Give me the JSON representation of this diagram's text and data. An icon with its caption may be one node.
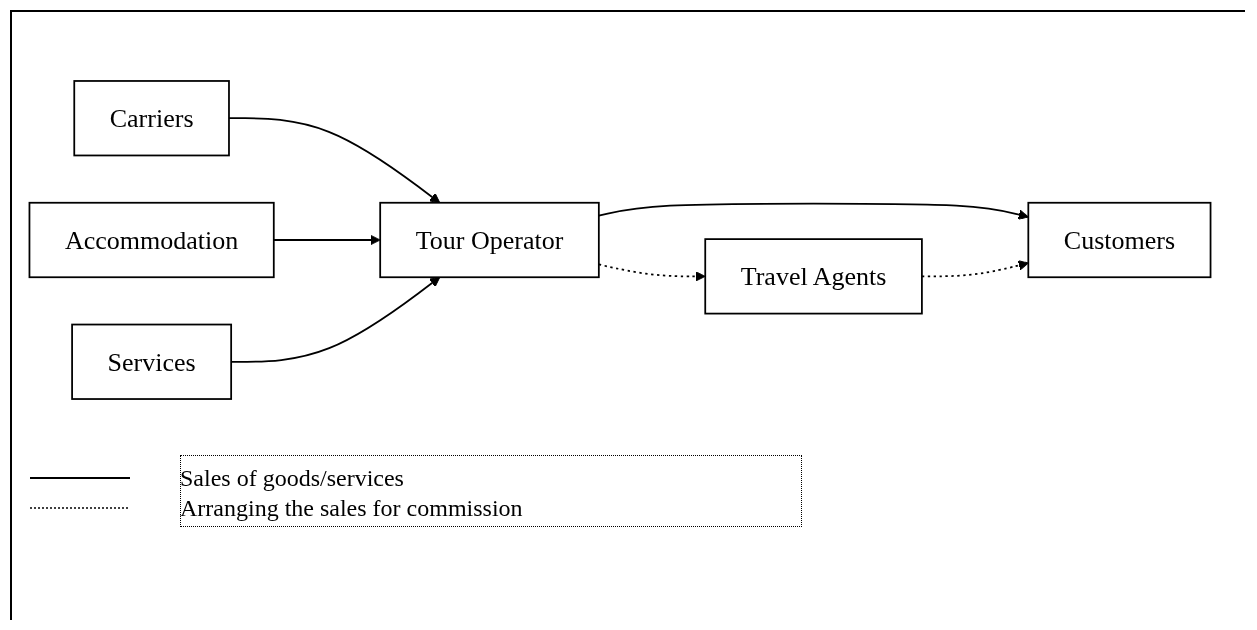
{
  "diagram": {
    "nodes": [
      {
        "text": [
          "Carriers"
        ]
      },
      {
        "text": [
          "Accommodation"
        ]
      },
      {
        "text": [
          "Services"
        ]
      },
      {
        "text": [
          "Tour Operator"
        ]
      },
      {
        "text": [
          "Customers"
        ]
      },
      {
        "text": [
          "Travel Agents"
        ]
      }
    ],
    "edges": [
      {
        "from": 0,
        "to": 3,
        "arrow": "to"
      },
      {
        "from": 1,
        "to": 3,
        "arrow": "to"
      },
      {
        "from": 2,
        "to": 3,
        "arrow": "to"
      },
      {
        "from": 3,
        "to": 4,
        "arrow": "to"
      },
      {
        "from": 3,
        "to": 5,
        "arrow": "to",
        "style": "dashed"
      },
      {
        "from": 5,
        "to": 4,
        "arrow": "to",
        "style": "dashed"
      }
    ],
    "legend": [
      {
        "text": "Sales of goods/services"
      },
      {
        "text": "Arranging the sales for commission"
      }
    ]
  }
}
